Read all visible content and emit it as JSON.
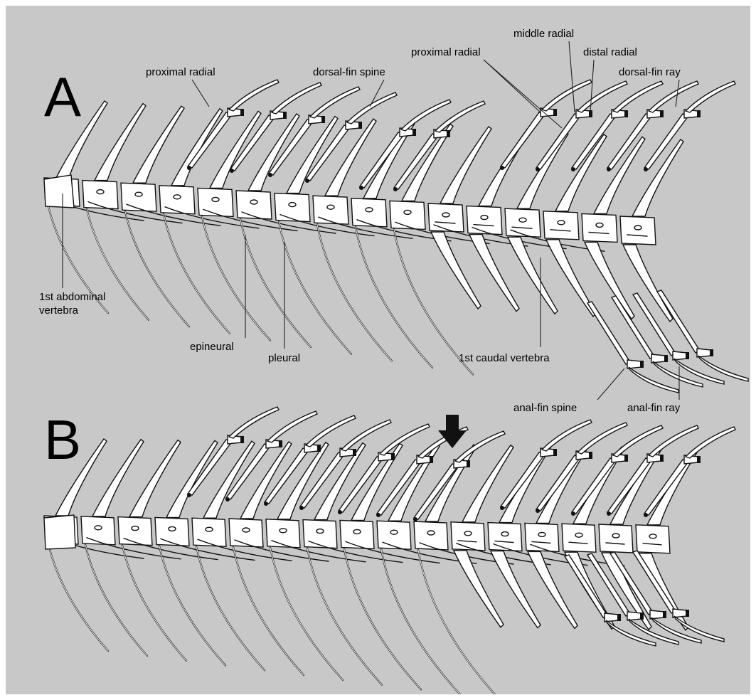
{
  "colors": {
    "background": "#c8c8c8",
    "outer": "#ffffff",
    "bone": "#ffffff",
    "ink": "#111111"
  },
  "panels": [
    {
      "letter": "A",
      "labels": {
        "proximal_radial_left": "proximal radial",
        "dorsal_fin_spine": "dorsal-fin spine",
        "proximal_radial_right": "proximal radial",
        "middle_radial": "middle radial",
        "distal_radial": "distal radial",
        "dorsal_fin_ray": "dorsal-fin ray",
        "first_abdominal_line1": "1st abdominal",
        "first_abdominal_line2": "vertebra",
        "epineural": "epineural",
        "pleural": "pleural",
        "first_caudal_vertebra": "1st caudal vertebra",
        "anal_fin_spine": "anal-fin spine",
        "anal_fin_ray": "anal-fin ray"
      }
    },
    {
      "letter": "B",
      "annotations": {
        "arrow_icon": "down-arrow-icon"
      }
    }
  ]
}
